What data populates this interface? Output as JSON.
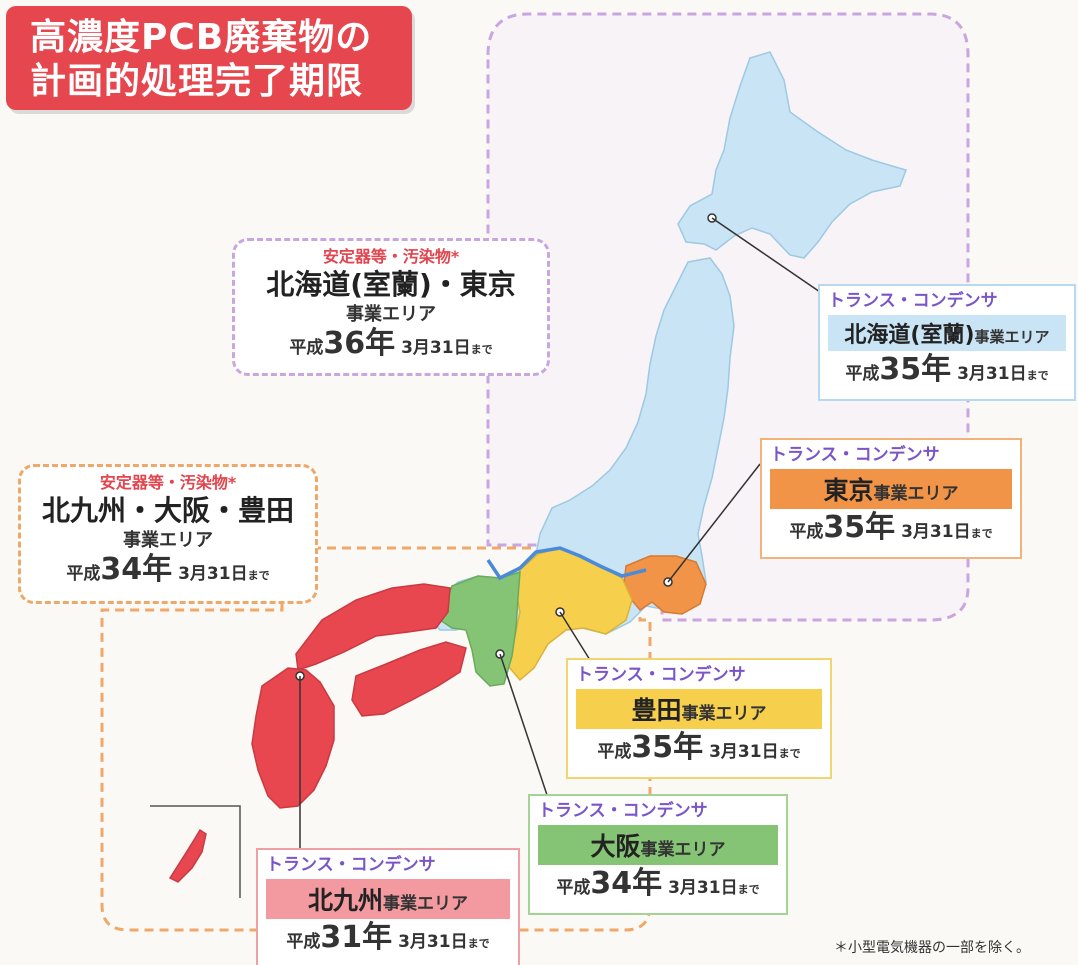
{
  "title": {
    "line1": "高濃度PCB廃棄物の",
    "line2": "計画的処理完了期限"
  },
  "callouts": {
    "stabilizer_east": {
      "caption": "安定器等・汚染物*",
      "name": "北海道(室蘭)・東京",
      "area": "事業エリア",
      "era": "平成",
      "year": "36年",
      "date": "3月31日",
      "until": "まで"
    },
    "stabilizer_west": {
      "caption": "安定器等・汚染物*",
      "name": "北九州・大阪・豊田",
      "area": "事業エリア",
      "era": "平成",
      "year": "34年",
      "date": "3月31日",
      "until": "まで"
    },
    "tc_hokkaido": {
      "caption": "トランス・コンデンサ",
      "name": "北海道(室蘭)",
      "suffix": "事業エリア",
      "era": "平成",
      "year": "35年",
      "date": "3月31日",
      "until": "まで"
    },
    "tc_tokyo": {
      "caption": "トランス・コンデンサ",
      "name": "東京",
      "suffix": "事業エリア",
      "era": "平成",
      "year": "35年",
      "date": "3月31日",
      "until": "まで"
    },
    "tc_toyota": {
      "caption": "トランス・コンデンサ",
      "name": "豊田",
      "suffix": "事業エリア",
      "era": "平成",
      "year": "35年",
      "date": "3月31日",
      "until": "まで"
    },
    "tc_osaka": {
      "caption": "トランス・コンデンサ",
      "name": "大阪",
      "suffix": "事業エリア",
      "era": "平成",
      "year": "34年",
      "date": "3月31日",
      "until": "まで"
    },
    "tc_kitakyushu": {
      "caption": "トランス・コンデンサ",
      "name": "北九州",
      "suffix": "事業エリア",
      "era": "平成",
      "year": "31年",
      "date": "3月31日",
      "until": "まで"
    }
  },
  "footnote": "＊小型電気機器の一部を除く。",
  "colors": {
    "title_bg": "#e6464e",
    "hokkaido_region": "#c8e4f5",
    "tokyo_region": "#f19448",
    "toyota_region": "#f6d04c",
    "osaka_region": "#84c474",
    "kitakyushu_region": "#e8474f",
    "caption_red": "#e2454e",
    "caption_purple": "#7a55c8",
    "dash_purple": "#c9a6e0",
    "dash_orange": "#f0a868"
  }
}
